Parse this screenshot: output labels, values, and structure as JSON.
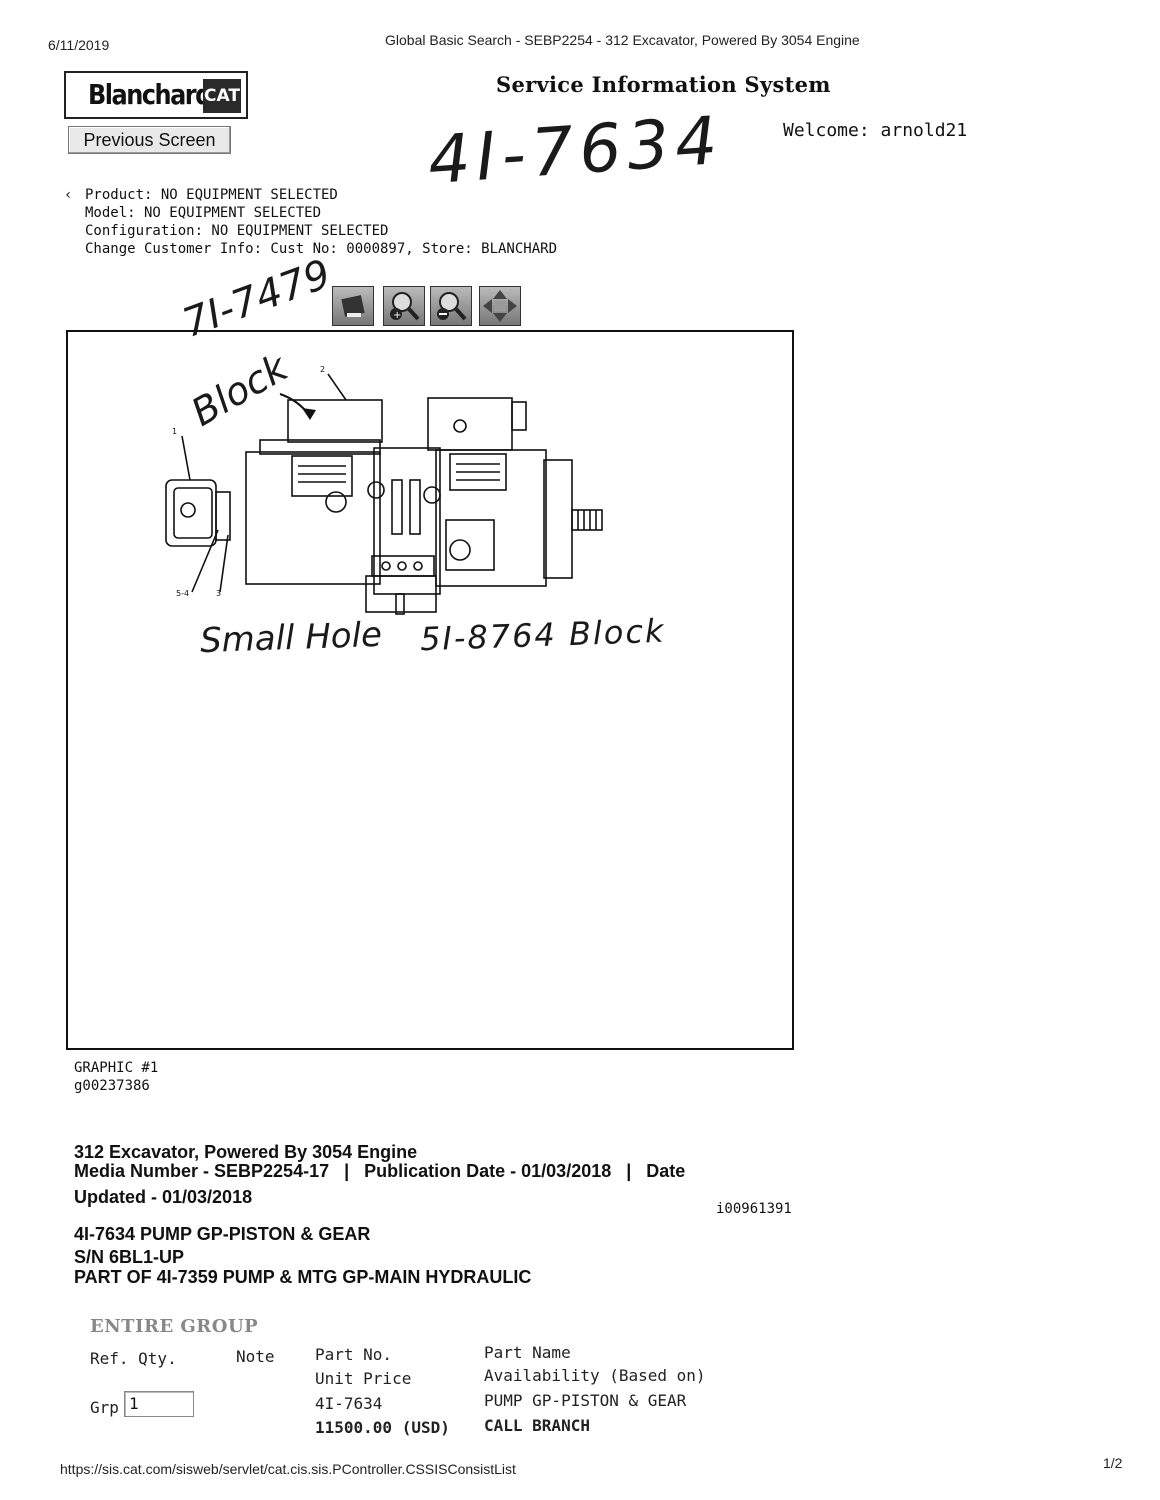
{
  "print_header": {
    "date": "6/11/2019",
    "title": "Global Basic Search - SEBP2254 - 312 Excavator, Powered By 3054 Engine",
    "url": "https://sis.cat.com/sisweb/servlet/cat.cis.sis.PController.CSSISConsistList",
    "page": "1/2"
  },
  "logo": {
    "dealer": "Blanchard",
    "brand": "CAT"
  },
  "header": {
    "system_title": "Service Information System",
    "welcome": "Welcome: arnold21",
    "previous_button": "Previous Screen"
  },
  "handwritten": {
    "part_no": "4I-7634",
    "side_part": "7I-7479",
    "block_label": "Block",
    "small_hole": "Small Hole",
    "block_part": "5I-8764 Block"
  },
  "equipment": {
    "product": "Product: NO EQUIPMENT SELECTED",
    "model": "Model: NO EQUIPMENT SELECTED",
    "configuration": "Configuration: NO EQUIPMENT SELECTED",
    "customer": "Change Customer Info: Cust No: 0000897, Store: BLANCHARD"
  },
  "toolbar": {
    "icons": [
      "print-icon",
      "zoom-in-icon",
      "zoom-out-icon",
      "fit-screen-icon"
    ]
  },
  "graphic": {
    "callouts": [
      "1",
      "2",
      "3",
      "5-4"
    ],
    "caption_1": "GRAPHIC #1",
    "caption_2": "g00237386"
  },
  "publication": {
    "model_line": "312 Excavator, Powered By 3054 Engine",
    "media_line": "Media Number - SEBP2254-17   |   Publication Date - 01/03/2018   |   Date",
    "updated_line": "Updated - 01/03/2018",
    "doc_id": "i00961391"
  },
  "part_header": {
    "line1": "4I-7634 PUMP GP-PISTON & GEAR",
    "line2": "S/N 6BL1-UP",
    "line3": "PART OF 4I-7359 PUMP & MTG GP-MAIN HYDRAULIC"
  },
  "parts_table": {
    "section_label": "ENTIRE GROUP",
    "headers": {
      "ref_qty": "Ref. Qty.",
      "note": "Note",
      "part_no": "Part No.",
      "unit_price": "Unit Price",
      "part_name": "Part Name",
      "availability": "Availability (Based on)"
    },
    "row": {
      "grp_label": "Grp",
      "grp_value": "1",
      "part_no": "4I-7634",
      "price": "11500.00 (USD)",
      "part_name": "PUMP GP-PISTON & GEAR",
      "availability": "CALL BRANCH"
    }
  }
}
